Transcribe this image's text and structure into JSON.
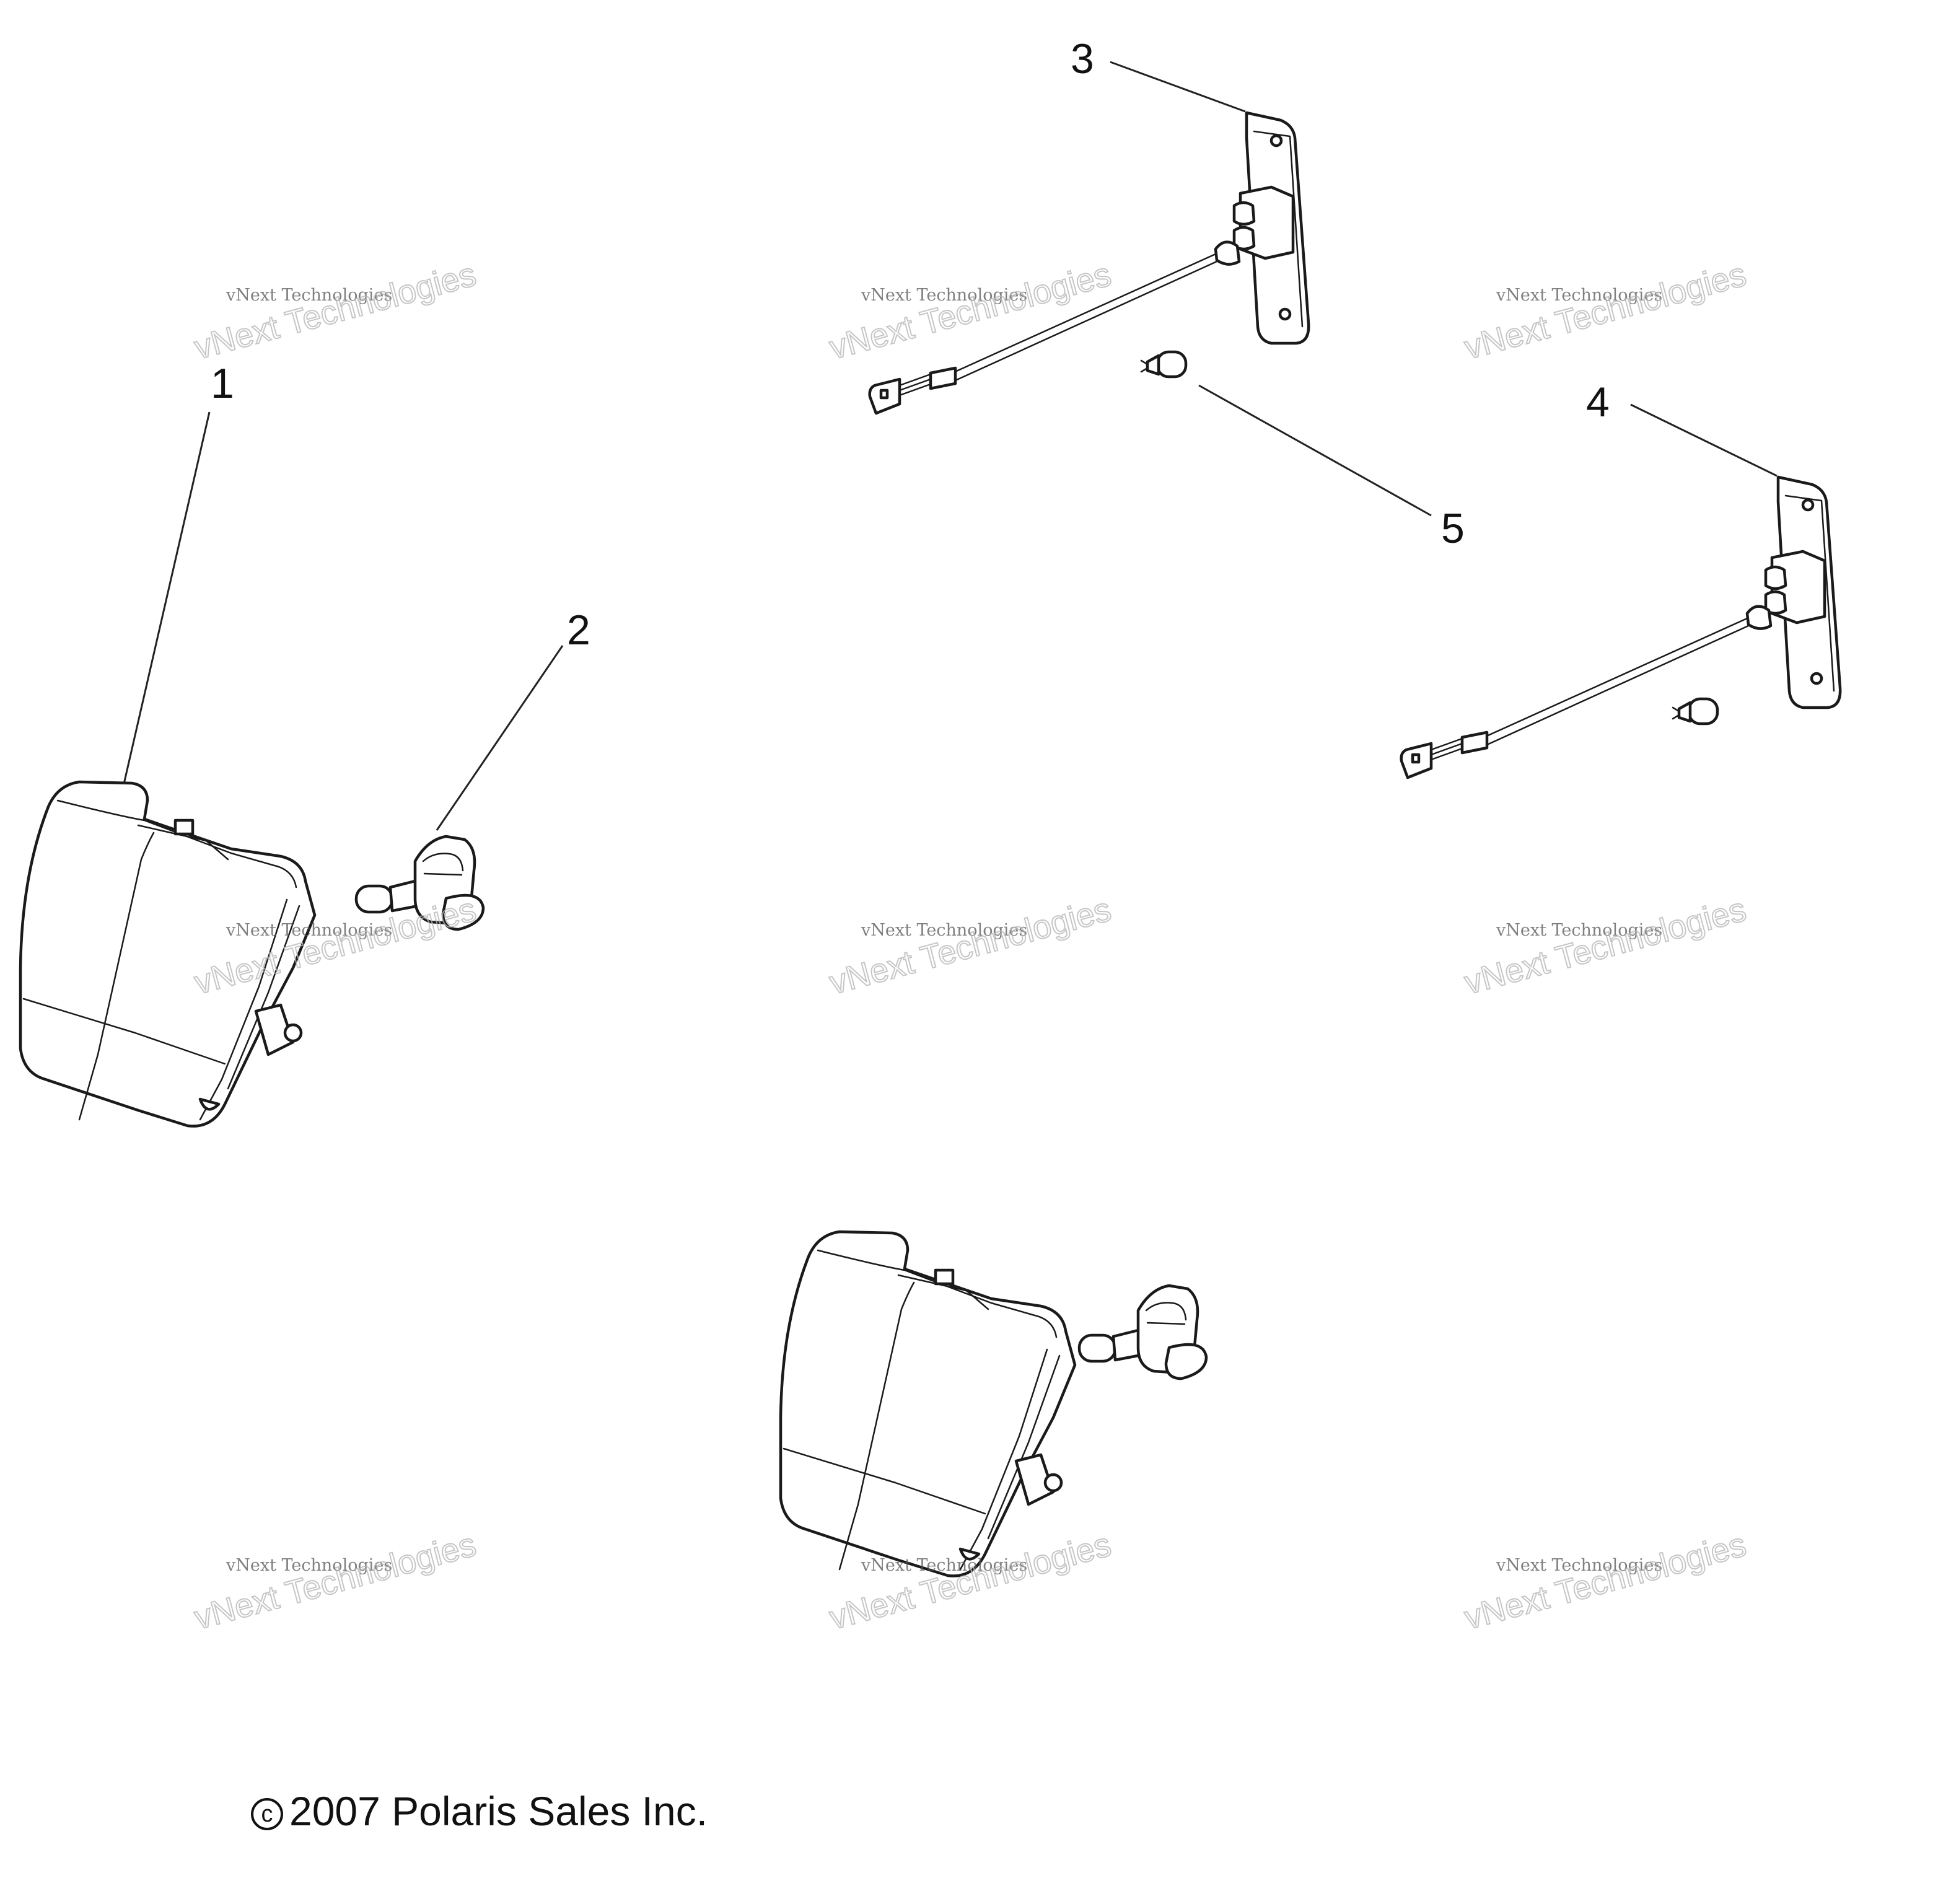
{
  "callouts": [
    "1",
    "2",
    "3",
    "4",
    "5"
  ],
  "watermark": {
    "line1": "vNext Technologies",
    "line2": "vNext Technologies"
  },
  "copyright": {
    "symbol": "c",
    "text": "2007 Polaris Sales Inc."
  }
}
